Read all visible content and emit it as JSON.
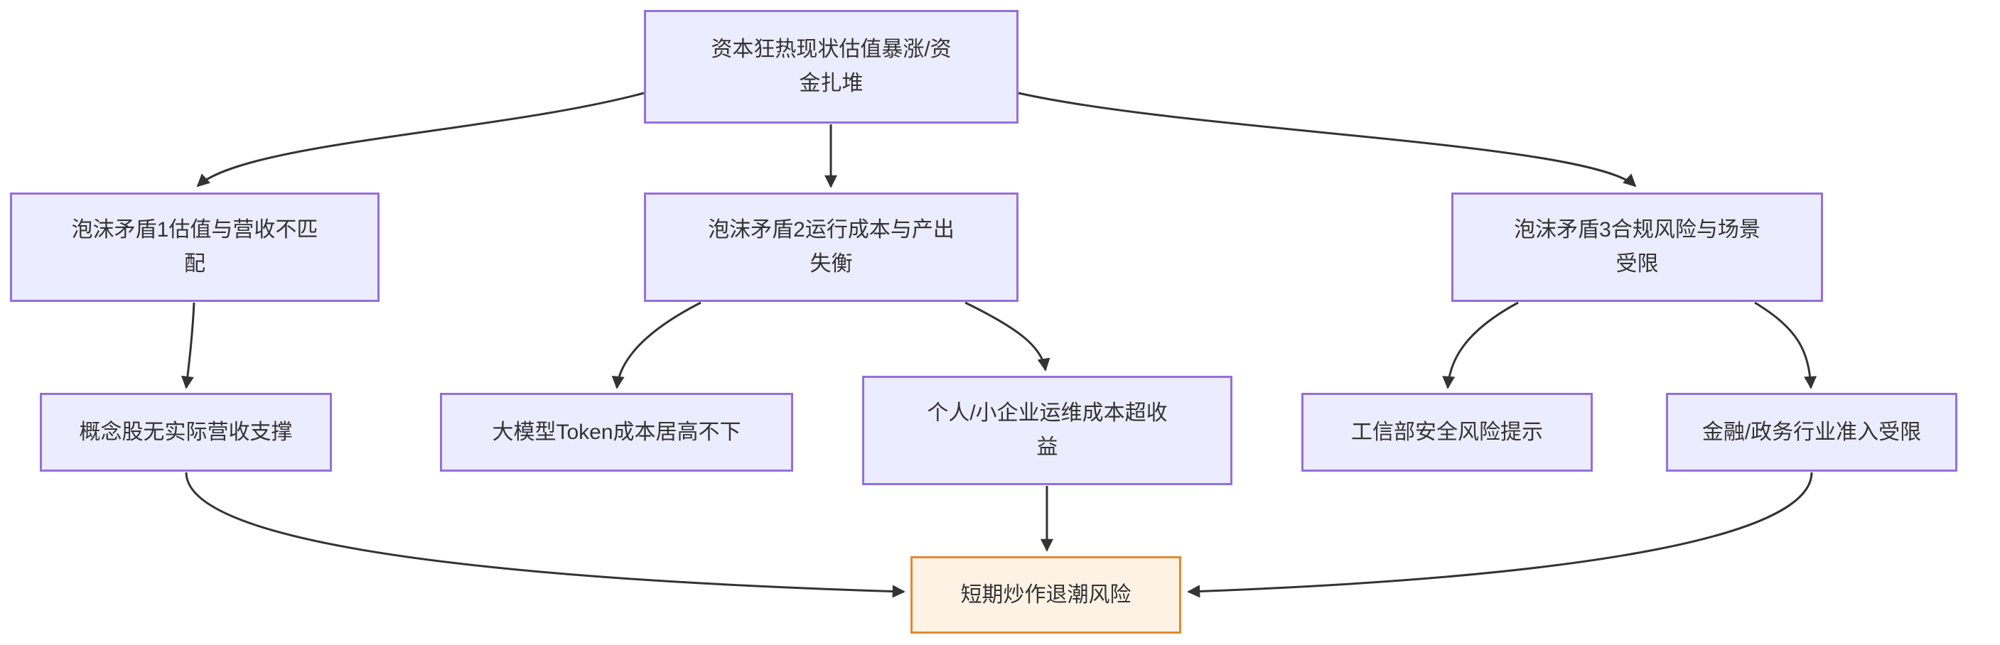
{
  "diagram": {
    "type": "flowchart",
    "direction": "top-down",
    "colors": {
      "background": "#FFFFFF",
      "node_fill": "#ECECFF",
      "node_border": "#9370DB",
      "highlight_fill": "#FDF2E4",
      "highlight_border": "#E08A33",
      "edge_color": "#333333",
      "text_color": "#333333"
    },
    "nodes": {
      "root": {
        "label": "资本狂热现状估值暴涨/资\n金扎堆"
      },
      "bubble1": {
        "label": "泡沫矛盾1估值与营收不匹\n配"
      },
      "bubble2": {
        "label": "泡沫矛盾2运行成本与产出\n失衡"
      },
      "bubble3": {
        "label": "泡沫矛盾3合规风险与场景\n受限"
      },
      "bubble1_a": {
        "label": "概念股无实际营收支撑"
      },
      "bubble2_a": {
        "label": "大模型Token成本居高不下"
      },
      "bubble2_b": {
        "label": "个人/小企业运维成本超收\n益"
      },
      "bubble3_a": {
        "label": "工信部安全风险提示"
      },
      "bubble3_b": {
        "label": "金融/政务行业准入受限"
      },
      "sink": {
        "label": "短期炒作退潮风险"
      }
    },
    "edges": [
      {
        "from": "root",
        "to": "bubble1"
      },
      {
        "from": "root",
        "to": "bubble2"
      },
      {
        "from": "root",
        "to": "bubble3"
      },
      {
        "from": "bubble1",
        "to": "bubble1_a"
      },
      {
        "from": "bubble2",
        "to": "bubble2_a"
      },
      {
        "from": "bubble2",
        "to": "bubble2_b"
      },
      {
        "from": "bubble3",
        "to": "bubble3_a"
      },
      {
        "from": "bubble3",
        "to": "bubble3_b"
      },
      {
        "from": "bubble1_a",
        "to": "sink"
      },
      {
        "from": "bubble2_b",
        "to": "sink"
      },
      {
        "from": "bubble3_b",
        "to": "sink"
      }
    ]
  }
}
